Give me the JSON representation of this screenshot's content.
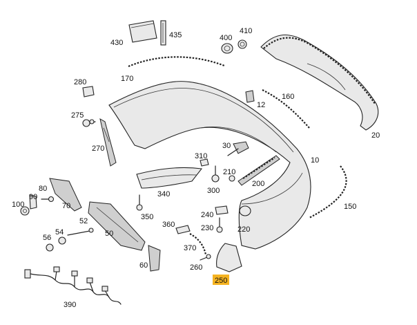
{
  "diagram": {
    "title": "Rear bumper parts diagram",
    "highlight_color": "#f5b321",
    "highlighted_part": "250",
    "parts": [
      {
        "id": "430",
        "label": "430"
      },
      {
        "id": "435",
        "label": "435"
      },
      {
        "id": "400",
        "label": "400"
      },
      {
        "id": "410",
        "label": "410"
      },
      {
        "id": "170",
        "label": "170"
      },
      {
        "id": "280",
        "label": "280"
      },
      {
        "id": "160",
        "label": "160"
      },
      {
        "id": "12",
        "label": "12"
      },
      {
        "id": "275",
        "label": "275"
      },
      {
        "id": "20",
        "label": "20"
      },
      {
        "id": "270",
        "label": "270"
      },
      {
        "id": "30",
        "label": "30"
      },
      {
        "id": "310",
        "label": "310"
      },
      {
        "id": "10",
        "label": "10"
      },
      {
        "id": "210",
        "label": "210"
      },
      {
        "id": "300",
        "label": "300"
      },
      {
        "id": "200",
        "label": "200"
      },
      {
        "id": "80",
        "label": "80"
      },
      {
        "id": "340",
        "label": "340"
      },
      {
        "id": "90",
        "label": "90"
      },
      {
        "id": "100",
        "label": "100"
      },
      {
        "id": "70",
        "label": "70"
      },
      {
        "id": "150",
        "label": "150"
      },
      {
        "id": "240",
        "label": "240"
      },
      {
        "id": "350",
        "label": "350"
      },
      {
        "id": "52",
        "label": "52"
      },
      {
        "id": "220",
        "label": "220"
      },
      {
        "id": "360",
        "label": "360"
      },
      {
        "id": "230",
        "label": "230"
      },
      {
        "id": "54",
        "label": "54"
      },
      {
        "id": "50",
        "label": "50"
      },
      {
        "id": "56",
        "label": "56"
      },
      {
        "id": "370",
        "label": "370"
      },
      {
        "id": "60",
        "label": "60"
      },
      {
        "id": "260",
        "label": "260"
      },
      {
        "id": "250",
        "label": "250"
      },
      {
        "id": "390",
        "label": "390"
      }
    ]
  }
}
